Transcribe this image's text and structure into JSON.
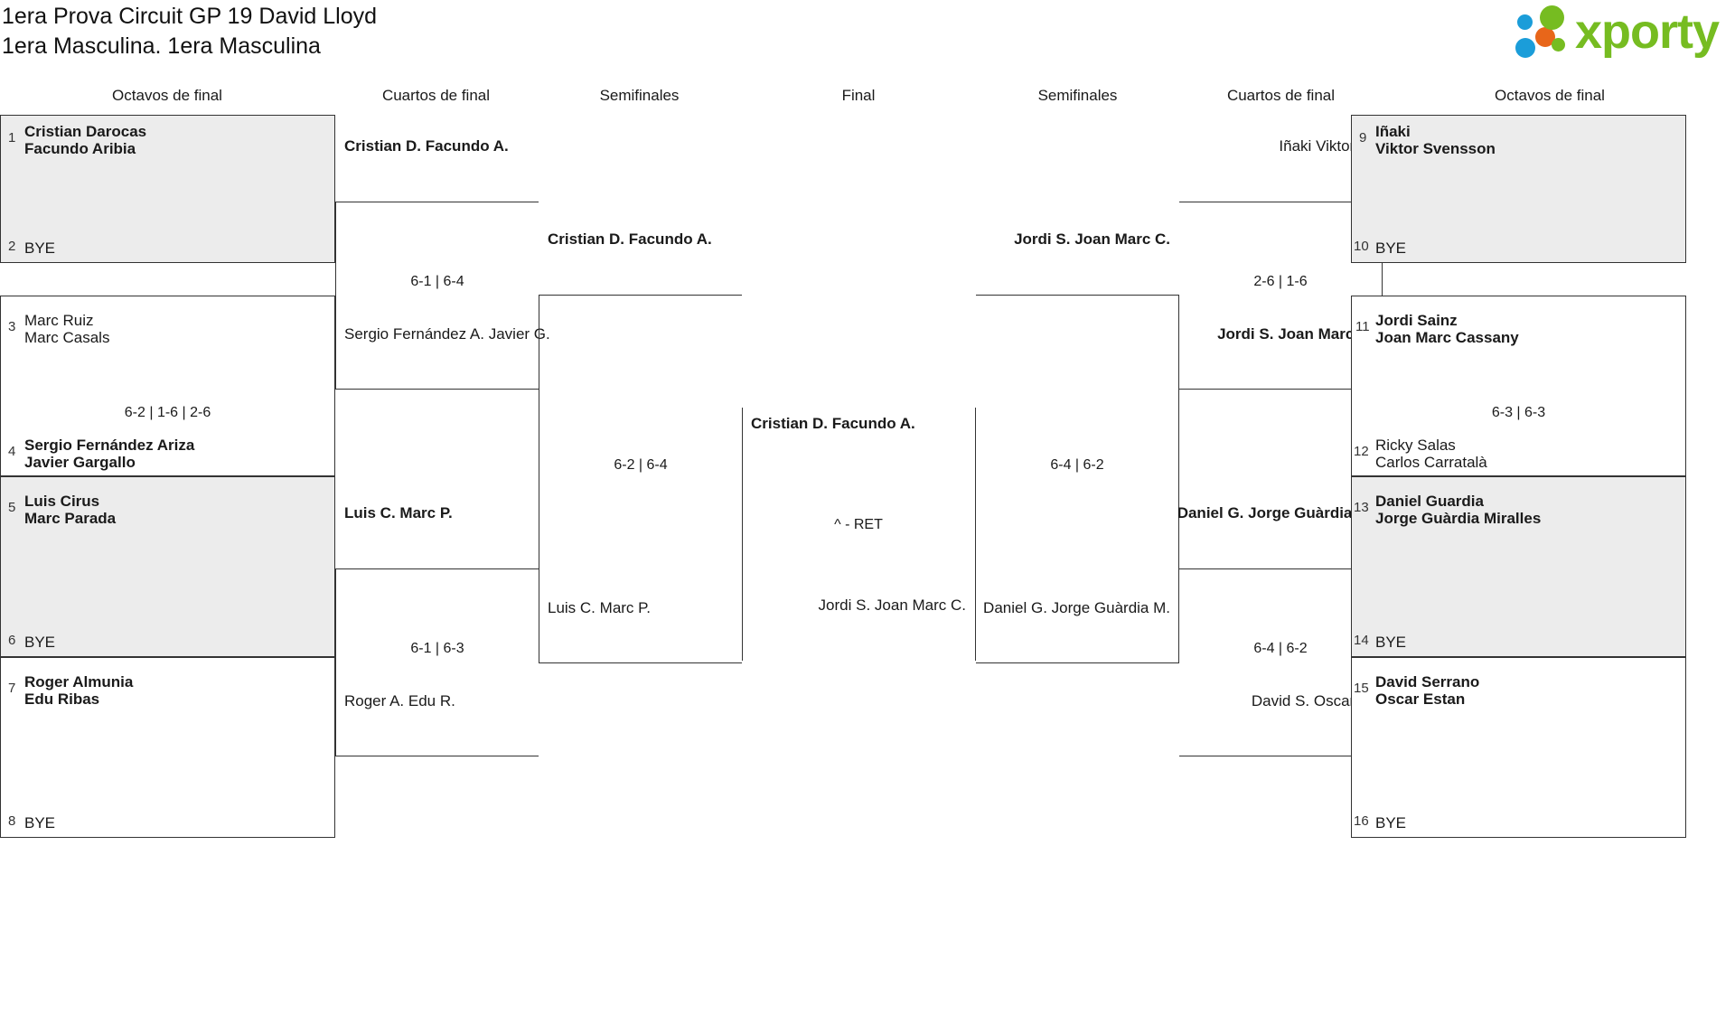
{
  "header": {
    "title_line1": "1era Prova Circuit GP 19 David Lloyd",
    "title_line2": "1era Masculina. 1era Masculina",
    "logo_word": "xporty",
    "logo_colors": {
      "blue": "#1b9dd9",
      "orange": "#e8661a",
      "green": "#76bc21"
    }
  },
  "round_headers": [
    {
      "label": "Octavos de final"
    },
    {
      "label": "Cuartos de final"
    },
    {
      "label": "Semifinales"
    },
    {
      "label": "Final"
    },
    {
      "label": "Semifinales"
    },
    {
      "label": "Cuartos de final"
    },
    {
      "label": "Octavos de final"
    }
  ],
  "bracket": {
    "left_r16": [
      {
        "seed": "1",
        "n1": "Cristian Darocas",
        "n2": "Facundo Aribia",
        "winner": true,
        "shaded": true
      },
      {
        "seed": "2",
        "n1": "BYE",
        "n2": "",
        "winner": false,
        "bye": true
      },
      {
        "seed": "3",
        "n1": "Marc Ruiz",
        "n2": "Marc Casals",
        "winner": false,
        "shaded": false
      },
      {
        "seed": "4",
        "n1": "Sergio Fernández Ariza",
        "n2": "Javier Gargallo",
        "winner": true,
        "shaded": false
      },
      {
        "seed": "5",
        "n1": "Luis Cirus",
        "n2": "Marc Parada",
        "winner": true,
        "shaded": true
      },
      {
        "seed": "6",
        "n1": "BYE",
        "n2": "",
        "winner": false,
        "bye": true
      },
      {
        "seed": "7",
        "n1": "Roger Almunia",
        "n2": "Edu Ribas",
        "winner": true,
        "shaded": false
      },
      {
        "seed": "8",
        "n1": "BYE",
        "n2": "",
        "winner": false,
        "bye": true
      }
    ],
    "right_r16": [
      {
        "seed": "9",
        "n1": "Iñaki",
        "n2": "Viktor Svensson",
        "winner": true,
        "shaded": true
      },
      {
        "seed": "10",
        "n1": "BYE",
        "n2": "",
        "winner": false,
        "bye": true
      },
      {
        "seed": "11",
        "n1": "Jordi Sainz",
        "n2": "Joan Marc Cassany",
        "winner": true,
        "shaded": false
      },
      {
        "seed": "12",
        "n1": "Ricky Salas",
        "n2": "Carlos Carratalà",
        "winner": false,
        "shaded": false
      },
      {
        "seed": "13",
        "n1": "Daniel Guardia",
        "n2": "Jorge Guàrdia Miralles",
        "winner": true,
        "shaded": true
      },
      {
        "seed": "14",
        "n1": "BYE",
        "n2": "",
        "winner": false,
        "bye": true
      },
      {
        "seed": "15",
        "n1": "David Serrano",
        "n2": "Oscar Estan",
        "winner": true,
        "shaded": false
      },
      {
        "seed": "16",
        "n1": "BYE",
        "n2": "",
        "winner": false,
        "bye": true
      }
    ],
    "left_r16_scores": [
      {
        "score": ""
      },
      {
        "score": "6-2 | 1-6 | 2-6"
      },
      {
        "score": ""
      },
      {
        "score": ""
      }
    ],
    "left_qf": [
      {
        "top_n1": "Cristian D.",
        "top_n2": "Facundo A.",
        "top_winner": true,
        "bot_n1": "Sergio Fernández A.",
        "bot_n2": "Javier G.",
        "bot_winner": false,
        "score": "6-1 | 6-4"
      },
      {
        "top_n1": "Luis C.",
        "top_n2": "Marc P.",
        "top_winner": true,
        "bot_n1": "Roger A.",
        "bot_n2": "Edu R.",
        "bot_winner": false,
        "score": "6-1 | 6-3"
      }
    ],
    "left_sf": [
      {
        "top_n1": "Cristian D.",
        "top_n2": "Facundo A.",
        "top_winner": true,
        "bot_n1": "Luis C.",
        "bot_n2": "Marc P.",
        "bot_winner": false,
        "score": "6-2 | 6-4"
      }
    ],
    "final": {
      "top_n1": "Cristian D.",
      "top_n2": "Facundo A.",
      "top_winner": true,
      "bot_n1": "Jordi S.",
      "bot_n2": "Joan Marc C.",
      "bot_winner": false,
      "score": "^ - RET"
    },
    "right_sf": [
      {
        "top_n1": "Jordi S.",
        "top_n2": "Joan Marc C.",
        "top_winner": true,
        "bot_n1": "Daniel G.",
        "bot_n2": "Jorge Guàrdia M.",
        "bot_winner": false,
        "score": "6-4 | 6-2"
      }
    ],
    "right_qf": [
      {
        "top_n1": "Iñaki",
        "top_n2": "Viktor S.",
        "top_winner": false,
        "bot_n1": "Jordi S.",
        "bot_n2": "Joan Marc C.",
        "bot_winner": true,
        "score": "2-6 | 1-6"
      },
      {
        "top_n1": "Daniel G.",
        "top_n2": "Jorge Guàrdia M.",
        "top_winner": true,
        "bot_n1": "David S.",
        "bot_n2": "Oscar E.",
        "bot_winner": false,
        "score": "6-4 | 6-2"
      }
    ],
    "right_r16_scores": [
      {
        "score": ""
      },
      {
        "score": "6-3 | 6-3"
      },
      {
        "score": ""
      },
      {
        "score": ""
      }
    ]
  }
}
